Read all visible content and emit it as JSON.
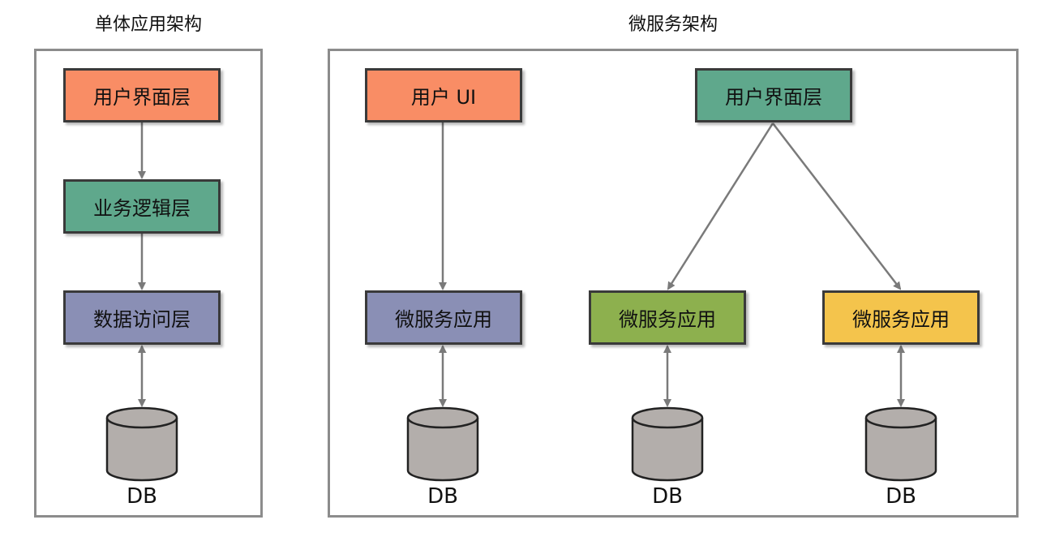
{
  "colors": {
    "orange": "#f98d65",
    "teal": "#5fa88c",
    "slate": "#8a8fb5",
    "green": "#8db04e",
    "yellow": "#f4c44c",
    "cylinder": "#b3aeab",
    "frame": "#8c8c8c",
    "arrow": "#7a7a7a"
  },
  "monolith": {
    "title": "单体应用架构",
    "layers": [
      "用户界面层",
      "业务逻辑层",
      "数据访问层"
    ],
    "db_label": "DB"
  },
  "microservices": {
    "title": "微服务架构",
    "user_ui": "用户 UI",
    "ui_layer": "用户界面层",
    "services": [
      "微服务应用",
      "微服务应用",
      "微服务应用"
    ],
    "db_labels": [
      "DB",
      "DB",
      "DB"
    ]
  }
}
